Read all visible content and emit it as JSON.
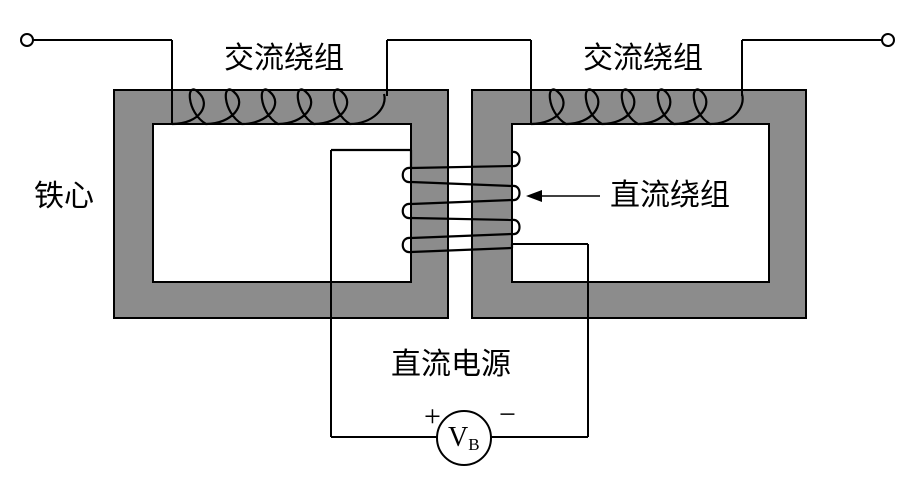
{
  "diagram": {
    "labels": {
      "ac_winding_left": "交流绕组",
      "ac_winding_right": "交流绕组",
      "iron_core": "铁心",
      "dc_winding": "直流绕组",
      "dc_source": "直流电源",
      "plus": "+",
      "minus": "−",
      "meter_letter": "V",
      "meter_subscript": "B"
    },
    "colors": {
      "core_fill": "#8c8c8c",
      "line": "#000000",
      "background": "#ffffff"
    }
  }
}
